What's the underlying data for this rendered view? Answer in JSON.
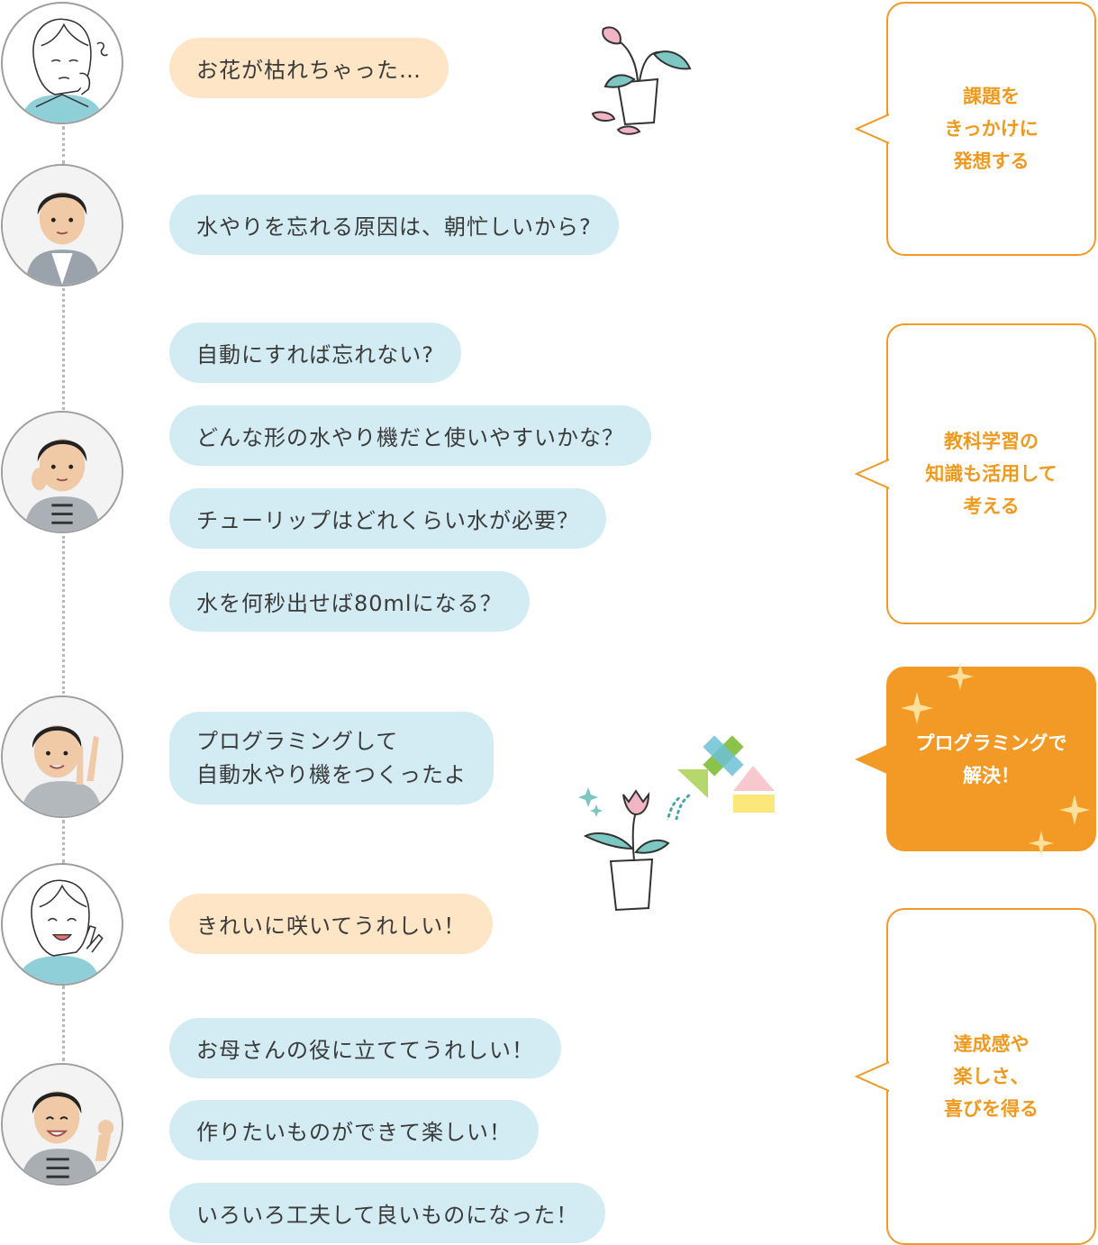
{
  "bubbles": [
    {
      "text": "お花が枯れちゃった…"
    },
    {
      "text": "水やりを忘れる原因は、朝忙しいから?"
    },
    {
      "text": "自動にすれば忘れない?"
    },
    {
      "text": "どんな形の水やり機だと使いやすいかな？"
    },
    {
      "text": "チューリップはどれくらい水が必要？"
    },
    {
      "text": "水を何秒出せば80mlになる？"
    },
    {
      "line1": "プログラミングして",
      "line2": "自動水やり機をつくったよ"
    },
    {
      "text": "きれいに咲いてうれしい！"
    },
    {
      "text": "お母さんの役に立ててうれしい！"
    },
    {
      "text": "作りたいものができて楽しい！"
    },
    {
      "text": "いろいろ工夫して良いものになった！"
    }
  ],
  "callouts": [
    {
      "text": "課題を\nきっかけに\n発想する"
    },
    {
      "text": "教科学習の\n知識も活用して\n考える"
    },
    {
      "text": "プログラミングで\n解決！"
    },
    {
      "text": "達成感や\n楽しさ、\n喜びを得る"
    }
  ],
  "colors": {
    "accent_orange": "#f29a25",
    "bubble_blue": "#d3ecf4",
    "bubble_peach": "#fde5c6"
  },
  "icons": [
    "mother-illustration",
    "boy-photo",
    "wilted-flower-pot-icon",
    "blooming-flower-pot-icon",
    "program-blocks-icon",
    "sparkle-icon"
  ]
}
